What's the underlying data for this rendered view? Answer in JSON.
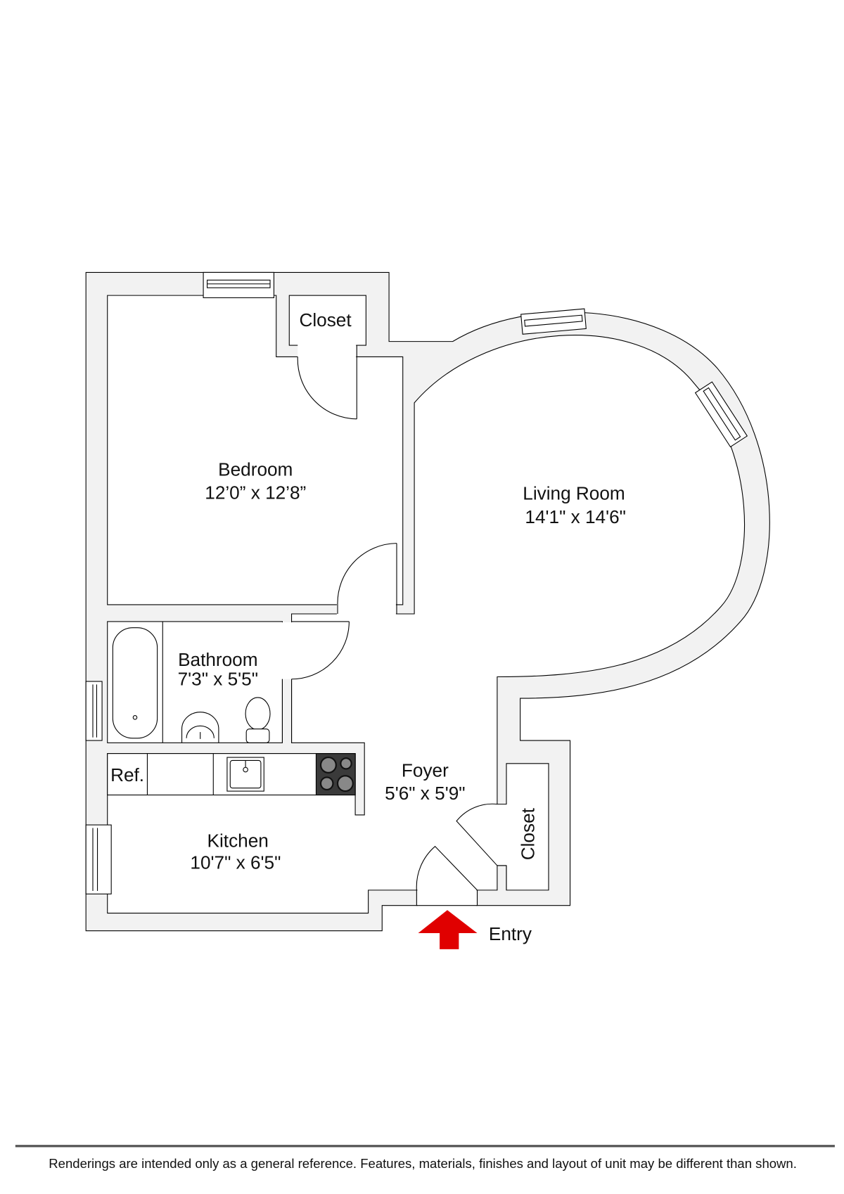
{
  "rooms": {
    "bedroom": {
      "name": "Bedroom",
      "size": "12’0” x 12’8”"
    },
    "bedroom_closet": {
      "name": "Closet"
    },
    "living_room": {
      "name": "Living Room",
      "size": "14'1\" x 14'6\""
    },
    "bathroom": {
      "name": "Bathroom",
      "size": "7'3\" x 5'5\""
    },
    "kitchen": {
      "name": "Kitchen",
      "size": "10'7\" x 6'5\""
    },
    "foyer": {
      "name": "Foyer",
      "size": "5'6\" x 5'9\""
    },
    "foyer_closet": {
      "name": "Closet"
    }
  },
  "fixtures": {
    "refrigerator": "Ref."
  },
  "entry": {
    "label": "Entry",
    "arrow_color": "#e00000"
  },
  "colors": {
    "wall_fill": "#f2f2f2",
    "stove": "#3a3a3a"
  },
  "disclaimer": "Renderings are intended only as a general reference. Features, materials, finishes and layout of unit may be different than shown."
}
